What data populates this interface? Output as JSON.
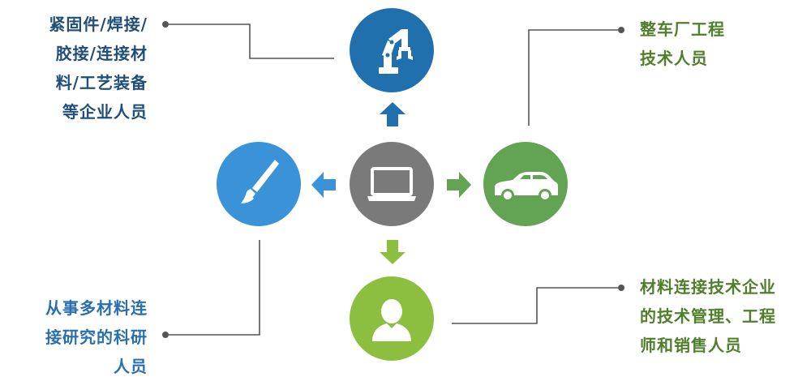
{
  "colors": {
    "dark_blue": "#2070ad",
    "light_blue": "#3a92d8",
    "gray": "#7a7a7a",
    "green": "#62a454",
    "light_green": "#8cbf3f",
    "text_blue": "#1f4e79",
    "text_green": "#4f7f2a"
  },
  "nodes": {
    "center": {
      "icon": "laptop-icon"
    },
    "top": {
      "icon": "robot-arm-icon"
    },
    "left": {
      "icon": "paintbrush-icon"
    },
    "right": {
      "icon": "car-icon"
    },
    "bottom": {
      "icon": "person-icon"
    }
  },
  "labels": {
    "top_left": [
      "紧固件/焊接/",
      "胶接/连接材",
      "料/工艺装备",
      "等企业人员"
    ],
    "top_right": [
      "整车厂工程",
      "技术人员"
    ],
    "bottom_left": [
      "从事多材料连",
      "接研究的科研",
      "人员"
    ],
    "bottom_right": [
      "材料连接技术企业",
      "的技术管理、工程",
      "师和销售人员"
    ]
  }
}
